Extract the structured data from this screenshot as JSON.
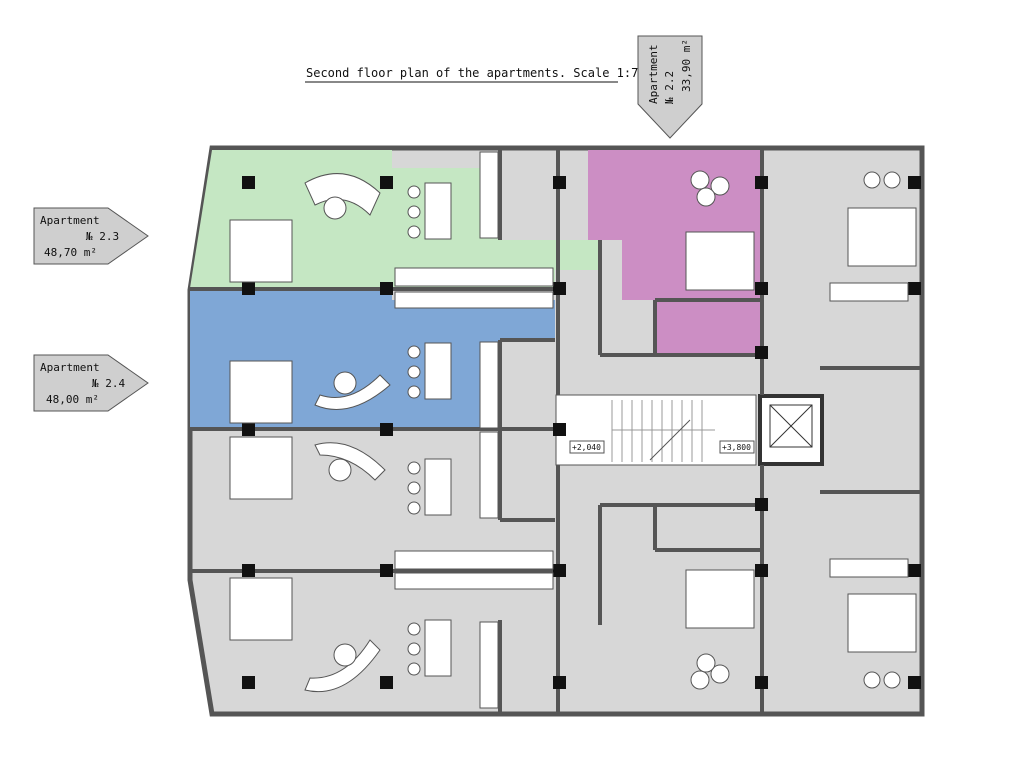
{
  "title": "Second floor plan of the apartments. Scale 1:75.",
  "apartments": [
    {
      "id": "apt-2-2",
      "name": "Apartment",
      "number": "№ 2.2",
      "area": "33,90 m²",
      "color": "#cc8ec4"
    },
    {
      "id": "apt-2-3",
      "name": "Apartment",
      "number": "№ 2.3",
      "area": "48,70 m²",
      "color": "#c5e7c3"
    },
    {
      "id": "apt-2-4",
      "name": "Apartment",
      "number": "№ 2.4",
      "area": "48,00 m²",
      "color": "#7fa7d6"
    }
  ],
  "levels": {
    "landing_low": "+2,040",
    "landing_high": "+3,800"
  },
  "colors": {
    "wall": "#555555",
    "floor_gray": "#d7d7d7",
    "tag_fill": "#cfcfcf",
    "furniture": "#ffffff"
  }
}
